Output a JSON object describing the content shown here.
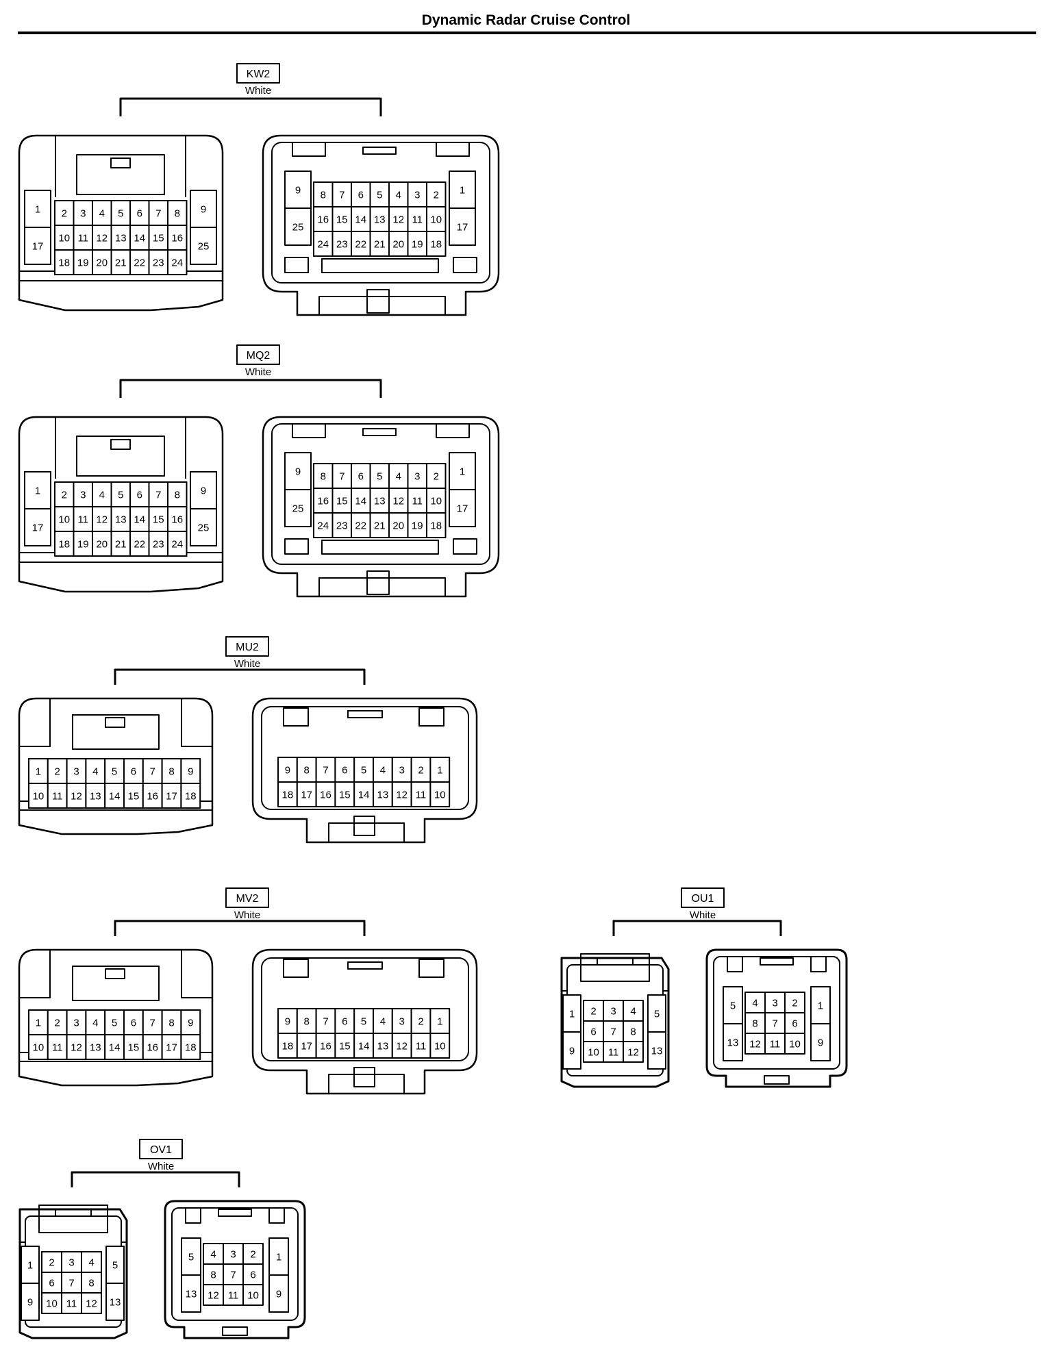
{
  "title": "Dynamic Radar Cruise Control",
  "connectors": [
    {
      "id": "kw2",
      "name": "KW2",
      "color": "White",
      "layout": "L25",
      "male": {
        "left": [
          [
            "1"
          ],
          [
            "17"
          ]
        ],
        "center": [
          [
            "2",
            "3",
            "4",
            "5",
            "6",
            "7",
            "8"
          ],
          [
            "10",
            "11",
            "12",
            "13",
            "14",
            "15",
            "16"
          ],
          [
            "18",
            "19",
            "20",
            "21",
            "22",
            "23",
            "24"
          ]
        ],
        "right": [
          [
            "9"
          ],
          [
            "25"
          ]
        ]
      },
      "female": {
        "left": [
          [
            "9"
          ],
          [
            "25"
          ]
        ],
        "center": [
          [
            "8",
            "7",
            "6",
            "5",
            "4",
            "3",
            "2"
          ],
          [
            "16",
            "15",
            "14",
            "13",
            "12",
            "11",
            "10"
          ],
          [
            "24",
            "23",
            "22",
            "21",
            "20",
            "19",
            "18"
          ]
        ],
        "right": [
          [
            "1"
          ],
          [
            "17"
          ]
        ]
      }
    },
    {
      "id": "mq2",
      "name": "MQ2",
      "color": "White",
      "layout": "L25",
      "male": {
        "left": [
          [
            "1"
          ],
          [
            "17"
          ]
        ],
        "center": [
          [
            "2",
            "3",
            "4",
            "5",
            "6",
            "7",
            "8"
          ],
          [
            "10",
            "11",
            "12",
            "13",
            "14",
            "15",
            "16"
          ],
          [
            "18",
            "19",
            "20",
            "21",
            "22",
            "23",
            "24"
          ]
        ],
        "right": [
          [
            "9"
          ],
          [
            "25"
          ]
        ]
      },
      "female": {
        "left": [
          [
            "9"
          ],
          [
            "25"
          ]
        ],
        "center": [
          [
            "8",
            "7",
            "6",
            "5",
            "4",
            "3",
            "2"
          ],
          [
            "16",
            "15",
            "14",
            "13",
            "12",
            "11",
            "10"
          ],
          [
            "24",
            "23",
            "22",
            "21",
            "20",
            "19",
            "18"
          ]
        ],
        "right": [
          [
            "1"
          ],
          [
            "17"
          ]
        ]
      }
    },
    {
      "id": "mu2",
      "name": "MU2",
      "color": "White",
      "layout": "L18",
      "male": {
        "center": [
          [
            "1",
            "2",
            "3",
            "4",
            "5",
            "6",
            "7",
            "8",
            "9"
          ],
          [
            "10",
            "11",
            "12",
            "13",
            "14",
            "15",
            "16",
            "17",
            "18"
          ]
        ]
      },
      "female": {
        "center": [
          [
            "9",
            "8",
            "7",
            "6",
            "5",
            "4",
            "3",
            "2",
            "1"
          ],
          [
            "18",
            "17",
            "16",
            "15",
            "14",
            "13",
            "12",
            "11",
            "10"
          ]
        ]
      }
    },
    {
      "id": "mv2",
      "name": "MV2",
      "color": "White",
      "layout": "L18",
      "male": {
        "center": [
          [
            "1",
            "2",
            "3",
            "4",
            "5",
            "6",
            "7",
            "8",
            "9"
          ],
          [
            "10",
            "11",
            "12",
            "13",
            "14",
            "15",
            "16",
            "17",
            "18"
          ]
        ]
      },
      "female": {
        "center": [
          [
            "9",
            "8",
            "7",
            "6",
            "5",
            "4",
            "3",
            "2",
            "1"
          ],
          [
            "18",
            "17",
            "16",
            "15",
            "14",
            "13",
            "12",
            "11",
            "10"
          ]
        ]
      }
    },
    {
      "id": "ou1",
      "name": "OU1",
      "color": "White",
      "layout": "L13",
      "male": {
        "left": [
          [
            "1"
          ],
          [
            "9"
          ]
        ],
        "center": [
          [
            "2",
            "3",
            "4"
          ],
          [
            "6",
            "7",
            "8"
          ],
          [
            "10",
            "11",
            "12"
          ]
        ],
        "right": [
          [
            "5"
          ],
          [
            "13"
          ]
        ]
      },
      "female": {
        "left": [
          [
            "5"
          ],
          [
            "13"
          ]
        ],
        "center": [
          [
            "4",
            "3",
            "2"
          ],
          [
            "8",
            "7",
            "6"
          ],
          [
            "12",
            "11",
            "10"
          ]
        ],
        "right": [
          [
            "1"
          ],
          [
            "9"
          ]
        ]
      }
    },
    {
      "id": "ov1",
      "name": "OV1",
      "color": "White",
      "layout": "L13",
      "male": {
        "left": [
          [
            "1"
          ],
          [
            "9"
          ]
        ],
        "center": [
          [
            "2",
            "3",
            "4"
          ],
          [
            "6",
            "7",
            "8"
          ],
          [
            "10",
            "11",
            "12"
          ]
        ],
        "right": [
          [
            "5"
          ],
          [
            "13"
          ]
        ]
      },
      "female": {
        "left": [
          [
            "5"
          ],
          [
            "13"
          ]
        ],
        "center": [
          [
            "4",
            "3",
            "2"
          ],
          [
            "8",
            "7",
            "6"
          ],
          [
            "12",
            "11",
            "10"
          ]
        ],
        "right": [
          [
            "1"
          ],
          [
            "9"
          ]
        ]
      }
    }
  ]
}
